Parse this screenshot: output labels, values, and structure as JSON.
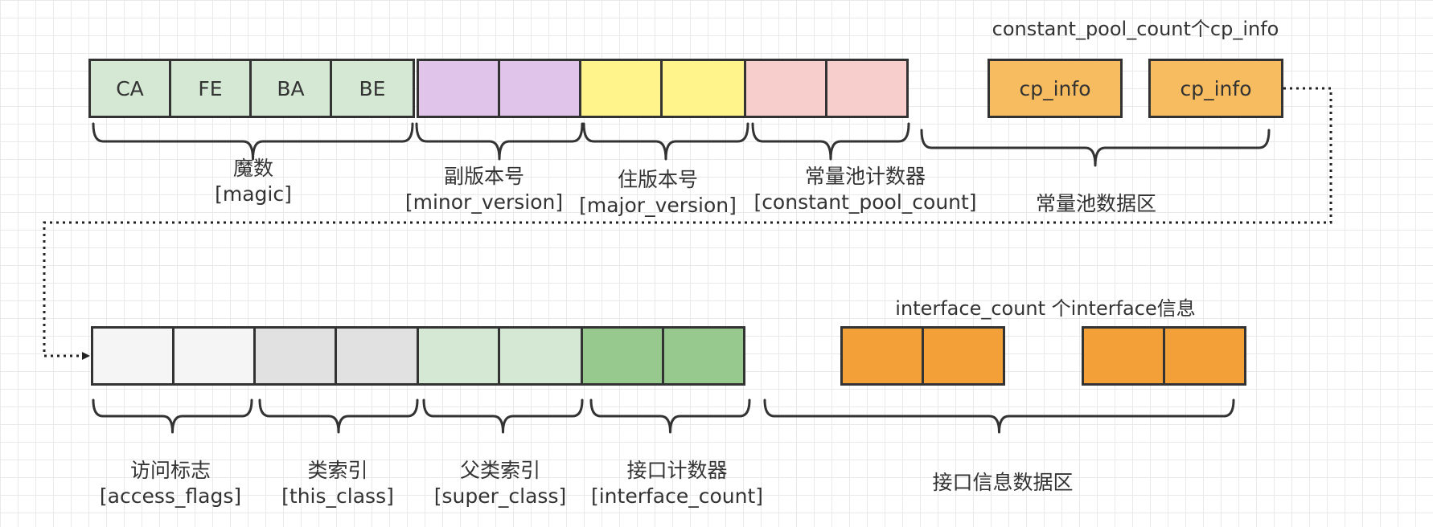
{
  "colors": {
    "magic": "#d5e8d4",
    "minor": "#e1c4ea",
    "major": "#fff38c",
    "cpcount": "#f8cecc",
    "cpinfo": "#f6bc5f",
    "access": "#f5f5f5",
    "this": "#e1e1e1",
    "super": "#d5e8d4",
    "icount": "#97c98e",
    "iface": "#f4a038"
  },
  "row1": {
    "magic_bytes": [
      "CA",
      "FE",
      "BA",
      "BE"
    ],
    "cp_info_label": "cp_info",
    "cp_title": "constant_pool_count个cp_info",
    "labels": {
      "magic": {
        "cn": "魔数",
        "en": "[magic]"
      },
      "minor": {
        "cn": "副版本号",
        "en": "[minor_version]"
      },
      "major": {
        "cn": "住版本号",
        "en": "[major_version]"
      },
      "cpcount": {
        "cn": "常量池计数器",
        "en": "[constant_pool_count]"
      },
      "cpdata": {
        "cn": "常量池数据区"
      }
    }
  },
  "row2": {
    "iface_title": "interface_count 个interface信息",
    "labels": {
      "access": {
        "cn": "访问标志",
        "en": "[access_flags]"
      },
      "this": {
        "cn": "类索引",
        "en": "[this_class]"
      },
      "super": {
        "cn": "父类索引",
        "en": "[super_class]"
      },
      "icount": {
        "cn": "接口计数器",
        "en": "[interface_count]"
      },
      "idata": {
        "cn": "接口信息数据区"
      }
    }
  }
}
